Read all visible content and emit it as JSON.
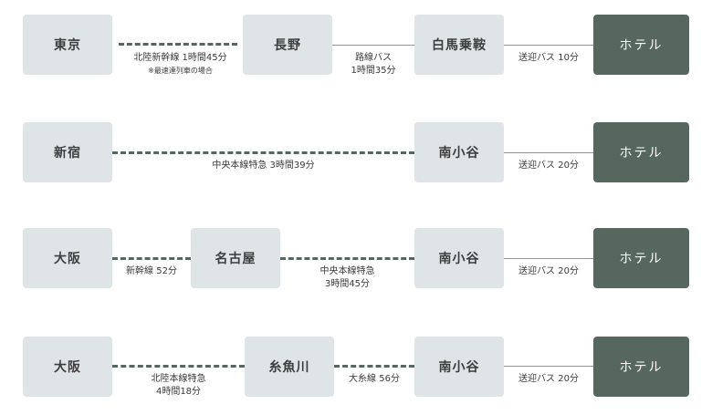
{
  "routes": [
    {
      "stations": [
        "東京",
        "長野",
        "白馬乗鞍",
        "ホテル"
      ],
      "segments": [
        {
          "label": "北陸新幹線 1時間45分",
          "note": "※最速達列車の場合"
        },
        {
          "label": "路線バス",
          "label2": "1時間35分"
        },
        {
          "label": "送迎バス 10分"
        }
      ]
    },
    {
      "stations": [
        "新宿",
        "南小谷",
        "ホテル"
      ],
      "segments": [
        {
          "label": "中央本線特急 3時間39分"
        },
        {
          "label": "送迎バス 20分"
        }
      ]
    },
    {
      "stations": [
        "大阪",
        "名古屋",
        "南小谷",
        "ホテル"
      ],
      "segments": [
        {
          "label": "新幹線 52分"
        },
        {
          "label": "中央本線特急",
          "label2": "3時間45分"
        },
        {
          "label": "送迎バス 20分"
        }
      ]
    },
    {
      "stations": [
        "大阪",
        "糸魚川",
        "南小谷",
        "ホテル"
      ],
      "segments": [
        {
          "label": "北陸本線特急",
          "label2": "4時間18分"
        },
        {
          "label": "大糸線 56分"
        },
        {
          "label": "送迎バス 20分"
        }
      ]
    }
  ]
}
